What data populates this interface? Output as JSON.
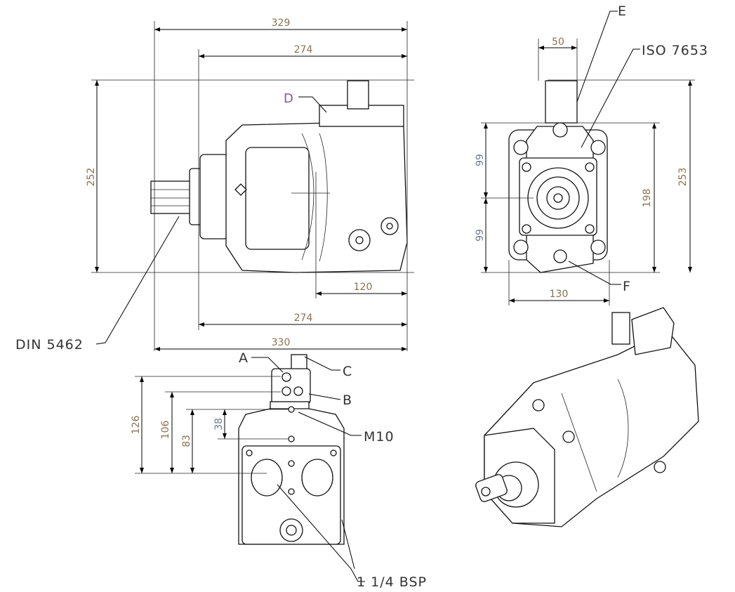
{
  "side_view": {
    "dim_overall_top": "329",
    "dim_body_top": "274",
    "dim_height": "252",
    "dim_shaft_offset": "120",
    "dim_body_bottom": "274",
    "dim_overall_bottom": "330",
    "label_d": "D",
    "label_shaft": "DIN 5462"
  },
  "front_view": {
    "label_e": "E",
    "dim_width_top": "50",
    "label_flange": "ISO 7653",
    "dim_upper": "99",
    "dim_lower": "99",
    "dim_198": "198",
    "dim_253": "253",
    "dim_width_bottom": "130",
    "label_f": "F"
  },
  "top_view": {
    "label_a": "A",
    "label_b": "B",
    "label_c": "C",
    "label_m10": "M10",
    "dim_126": "126",
    "dim_106": "106",
    "dim_83": "83",
    "dim_38": "38",
    "label_ports": "1 1/4 BSP"
  },
  "colors": {
    "dimension_text": "#8a7350",
    "secondary_dimension_text": "#6c7a8a",
    "label_d": "#7a5aa0"
  }
}
